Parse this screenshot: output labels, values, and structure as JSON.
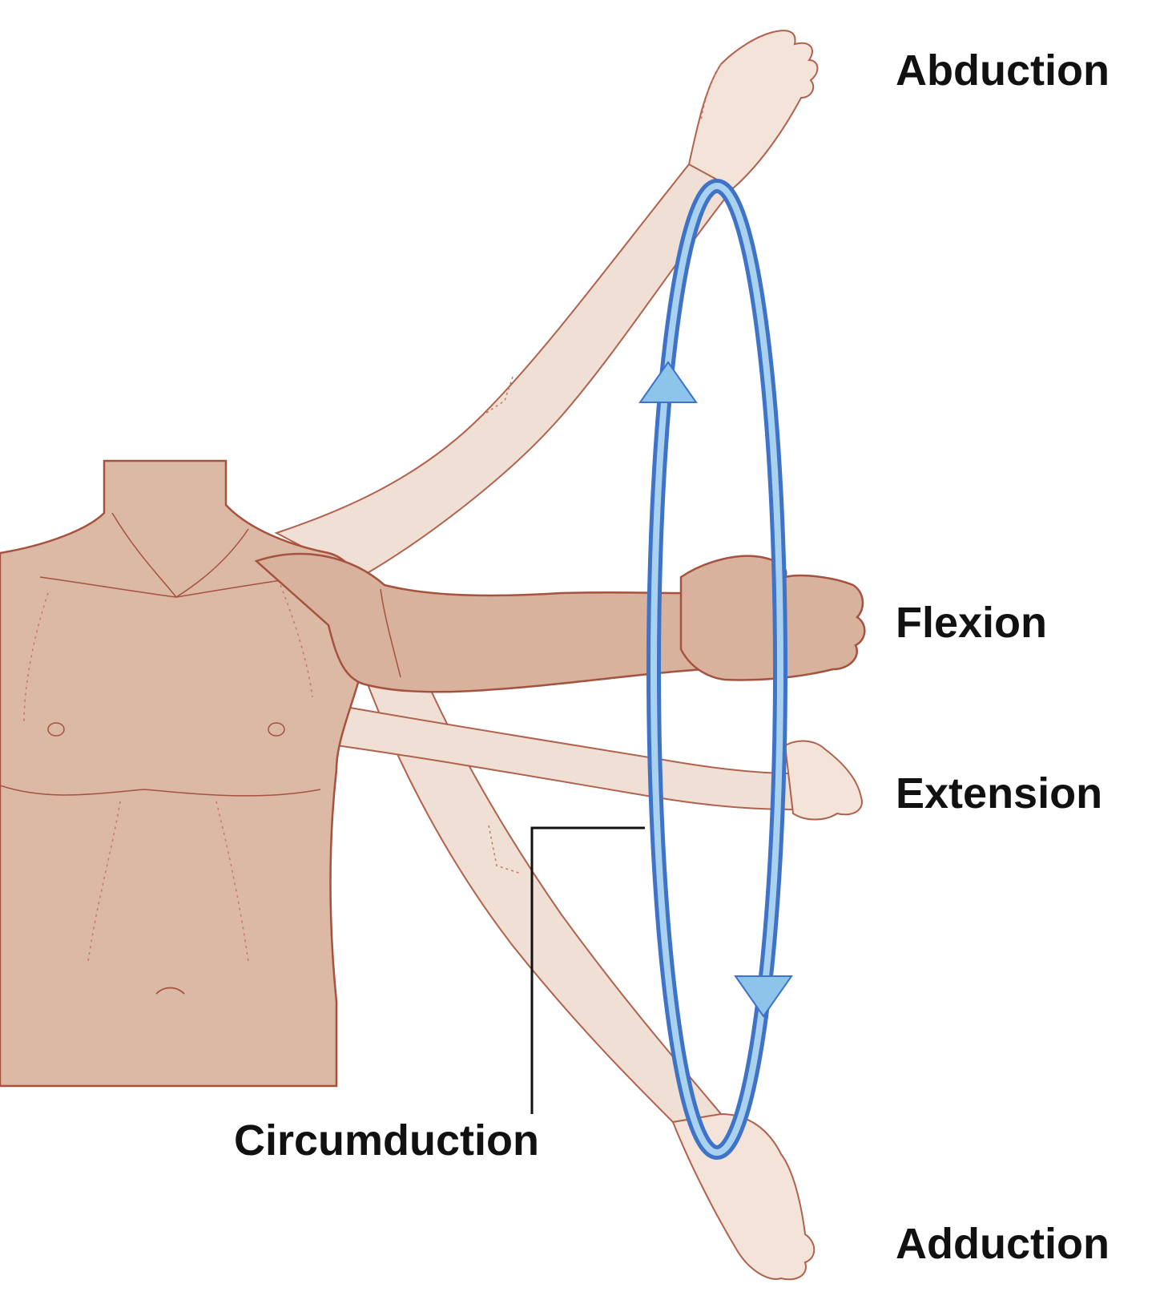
{
  "labels": {
    "abduction": "Abduction",
    "flexion": "Flexion",
    "extension": "Extension",
    "adduction": "Adduction",
    "circumduction": "Circumduction"
  },
  "colors": {
    "skin_torso": "#dcb9a5",
    "skin_arm_ghost": "#f0dfd4",
    "skin_arm_front": "#d8b29c",
    "outline": "#a5523f",
    "ring_dark": "#3e73c8",
    "ring_light": "#a9d2f0",
    "arrow_fill": "#8cc4ea",
    "leader": "#111111",
    "text": "#111111"
  }
}
